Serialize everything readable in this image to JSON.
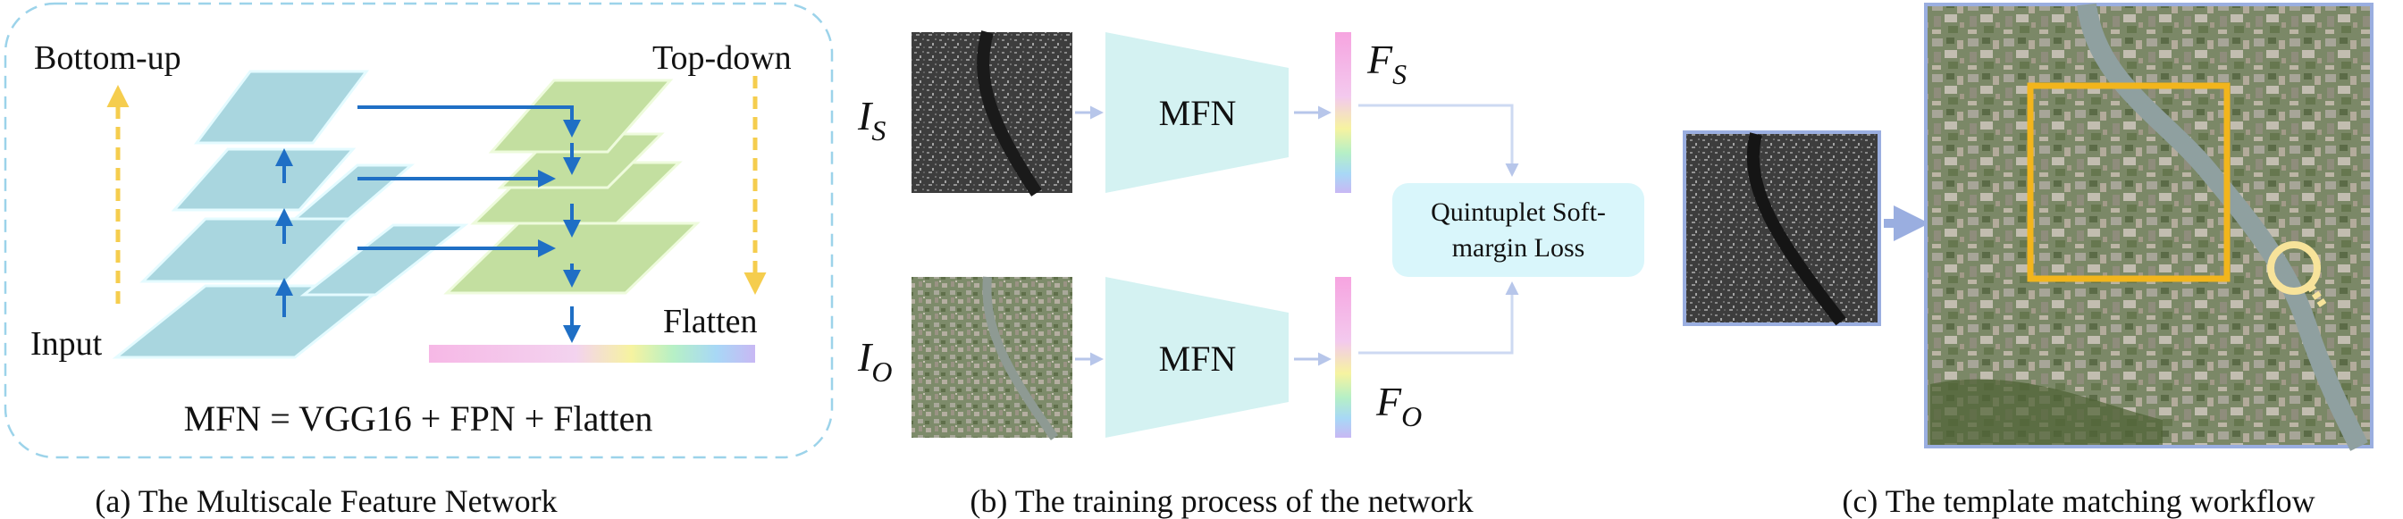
{
  "panel_a": {
    "bottom_up_label": "Bottom-up",
    "top_down_label": "Top-down",
    "input_label": "Input",
    "flatten_label": "Flatten",
    "formula": "MFN = VGG16 + FPN + Flatten",
    "caption": "(a) The Multiscale Feature Network"
  },
  "panel_b": {
    "sar_input": {
      "symbol": "I",
      "sub": "S"
    },
    "optical_input": {
      "symbol": "I",
      "sub": "O"
    },
    "mfn_label_top": "MFN",
    "mfn_label_bottom": "MFN",
    "feature_sar": {
      "symbol": "F",
      "sub": "S"
    },
    "feature_optical": {
      "symbol": "F",
      "sub": "O"
    },
    "loss_line1": "Quintuplet Soft-",
    "loss_line2": "margin Loss",
    "caption": "(b) The training process of the network"
  },
  "panel_c": {
    "caption": "(c) The template matching workflow"
  },
  "colors": {
    "pyramid_blue": "#a9d6df",
    "pyramid_green": "#c3dfa0",
    "arrow_blue": "#1f6fc5",
    "guide_yellow": "#f5cd4e",
    "mfn_cyan": "#d4f2f2",
    "loss_box": "#d9f6fb",
    "frame_blue": "#9aaee0",
    "match_box": "#f2b51c"
  }
}
